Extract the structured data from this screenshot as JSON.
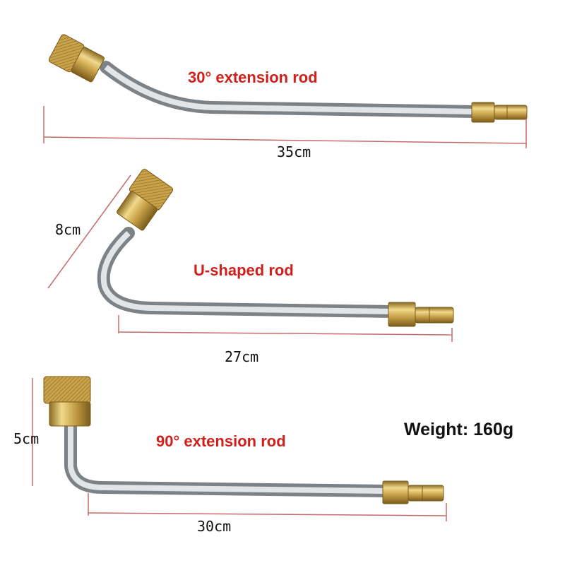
{
  "colors": {
    "title_red": "#d0201c",
    "dimension_line": "#c86a6a",
    "brass": "#c9a24a",
    "steel": "#bfc3c6"
  },
  "rods": [
    {
      "title": "30° extension rod",
      "length": "35cm"
    },
    {
      "title": "U-shaped rod",
      "height": "8cm",
      "length": "27cm"
    },
    {
      "title": "90° extension rod",
      "height": "5cm",
      "length": "30cm"
    }
  ],
  "weight": "Weight: 160g"
}
